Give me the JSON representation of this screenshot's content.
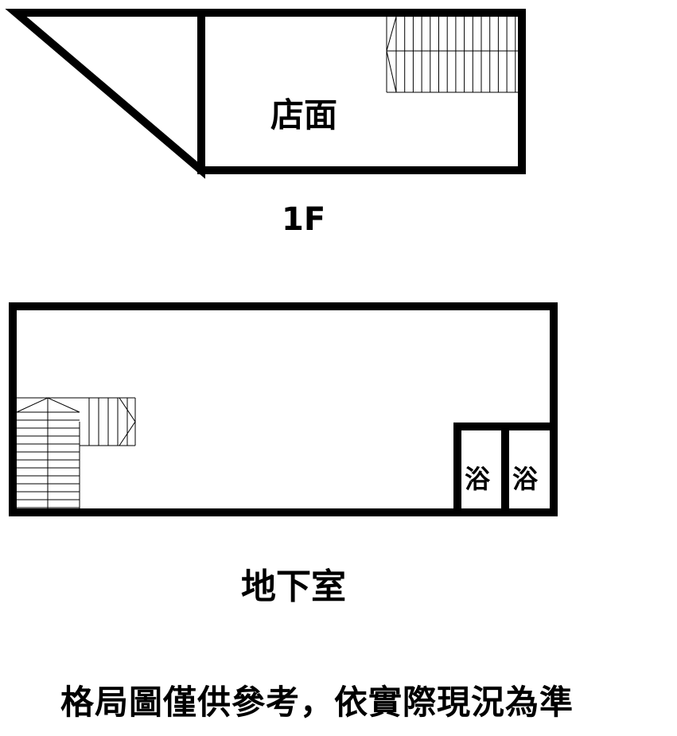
{
  "floor_1": {
    "room_label": "店面",
    "floor_label": "1F"
  },
  "basement": {
    "bathroom_1_label": "浴",
    "bathroom_2_label": "浴",
    "floor_label": "地下室"
  },
  "note": "格局圖僅供參考，依實際現況為準",
  "colors": {
    "wall": "#000000",
    "background": "#ffffff"
  }
}
